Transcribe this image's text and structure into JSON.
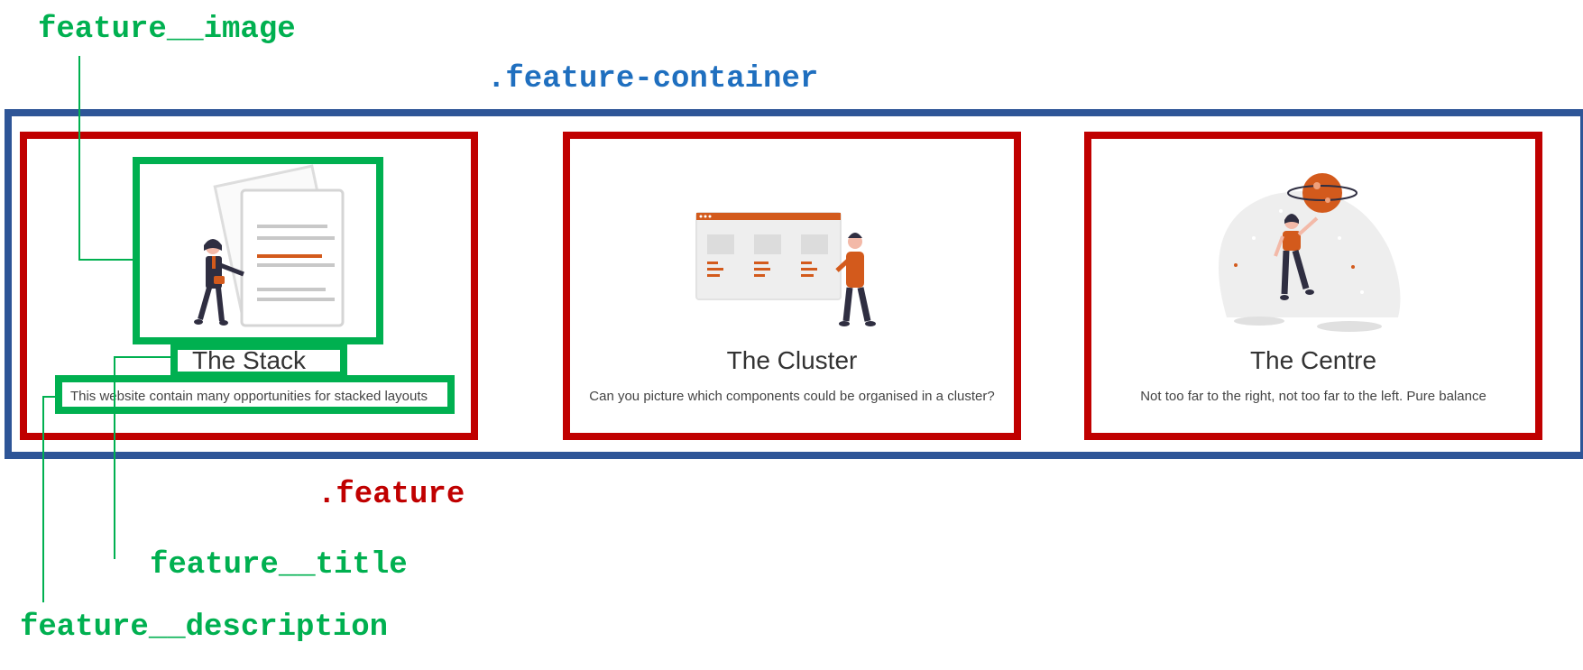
{
  "labels": {
    "feature_image": "feature__image",
    "feature_container": ".feature-container",
    "feature": ".feature",
    "feature_title": "feature__title",
    "feature_description": "feature__description"
  },
  "colors": {
    "container": "#2e5597",
    "feature": "#c00000",
    "element": "#00b050",
    "container_label": "#1f6fbf",
    "accent": "#d35a1c"
  },
  "features": [
    {
      "title": "The Stack",
      "description": "This website contain many opportunities for stacked layouts",
      "illustration": "stack-illustration"
    },
    {
      "title": "The Cluster",
      "description": "Can you picture which components could be organised in a cluster?",
      "illustration": "cluster-illustration"
    },
    {
      "title": "The Centre",
      "description": "Not too far to the right, not too far to the left. Pure balance",
      "illustration": "centre-illustration"
    }
  ]
}
